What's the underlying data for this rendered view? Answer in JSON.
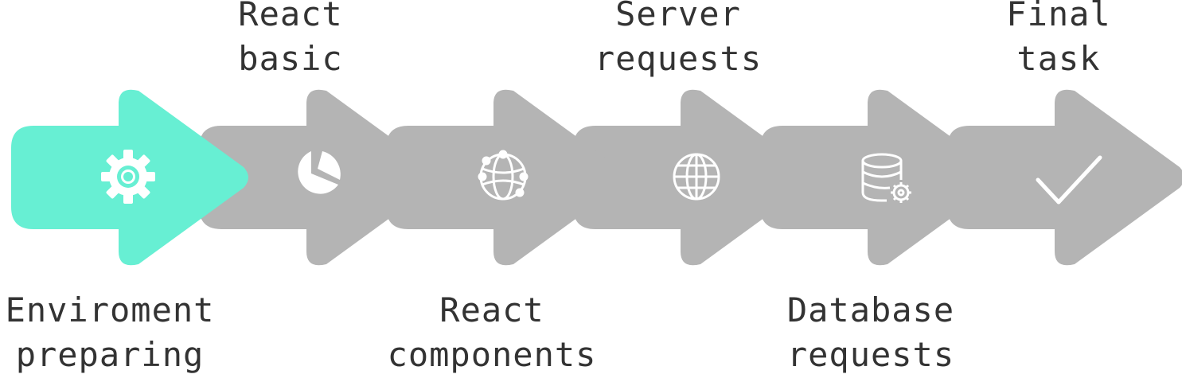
{
  "colors": {
    "active": "#67efd3",
    "inactive": "#b4b4b4",
    "icon": "#ffffff",
    "text": "#333333"
  },
  "steps": [
    {
      "lines": [
        "Enviroment",
        "preparing"
      ],
      "icon": "gear-icon",
      "state": "active"
    },
    {
      "lines": [
        "React",
        "basic"
      ],
      "icon": "pie-chart-icon",
      "state": "inactive"
    },
    {
      "lines": [
        "React",
        "components"
      ],
      "icon": "network-globe-icon",
      "state": "inactive"
    },
    {
      "lines": [
        "Server",
        "requests"
      ],
      "icon": "globe-icon",
      "state": "inactive"
    },
    {
      "lines": [
        "Database",
        "requests"
      ],
      "icon": "database-gear-icon",
      "state": "inactive"
    },
    {
      "lines": [
        "Final",
        "task"
      ],
      "icon": "checkmark-icon",
      "state": "inactive"
    }
  ]
}
